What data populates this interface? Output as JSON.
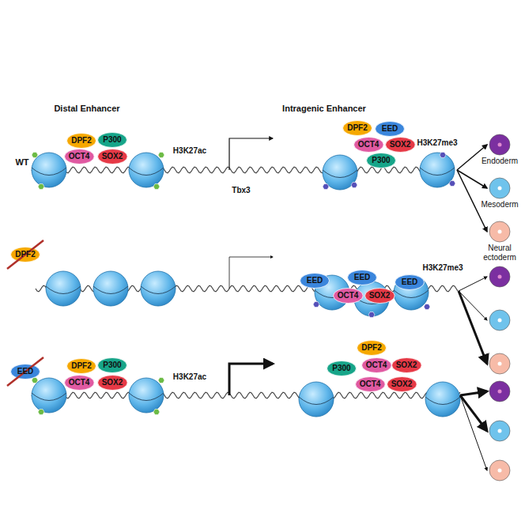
{
  "diagram": {
    "nodes": [
      {
        "text": [
          "DPF2"
        ]
      },
      {
        "text": [
          "P300"
        ]
      },
      {
        "text": [
          "OCT4"
        ]
      },
      {
        "text": [
          "SOX2"
        ]
      },
      {
        "text": [
          "DPF2"
        ]
      },
      {
        "text": [
          "EED"
        ]
      },
      {
        "text": [
          "OCT4"
        ]
      },
      {
        "text": [
          "SOX2"
        ]
      },
      {
        "text": [
          "P300"
        ]
      },
      {
        "text": [
          "Endoderm"
        ]
      },
      {
        "text": [
          "Mesoderm"
        ]
      },
      {
        "text": [
          "Neural ectoderm"
        ]
      },
      {
        "text": [
          "DPF2"
        ]
      },
      {
        "text": [
          "EED"
        ]
      },
      {
        "text": [
          "OCT4"
        ]
      },
      {
        "text": [
          "SOX2"
        ]
      },
      {
        "text": [
          "EED"
        ]
      },
      {
        "text": [
          "EED"
        ]
      },
      {
        "text": [
          "EED"
        ]
      },
      {
        "text": [
          "DPF2"
        ]
      },
      {
        "text": [
          "P300"
        ]
      },
      {
        "text": [
          "OCT4"
        ]
      },
      {
        "text": [
          "SOX2"
        ]
      },
      {
        "text": [
          "DPF2"
        ]
      },
      {
        "text": [
          "P300"
        ]
      },
      {
        "text": [
          "OCT4"
        ]
      },
      {
        "text": [
          "SOX2"
        ]
      },
      {
        "text": [
          "OCT4"
        ]
      },
      {
        "text": [
          "SOX2"
        ]
      }
    ],
    "labels": [
      "Distal Enhancer",
      "Intragenic Enhancer",
      "WT",
      "H3K27ac",
      "Tbx3",
      "H3K27me3",
      "H3K27me3",
      "H3K27ac"
    ]
  }
}
